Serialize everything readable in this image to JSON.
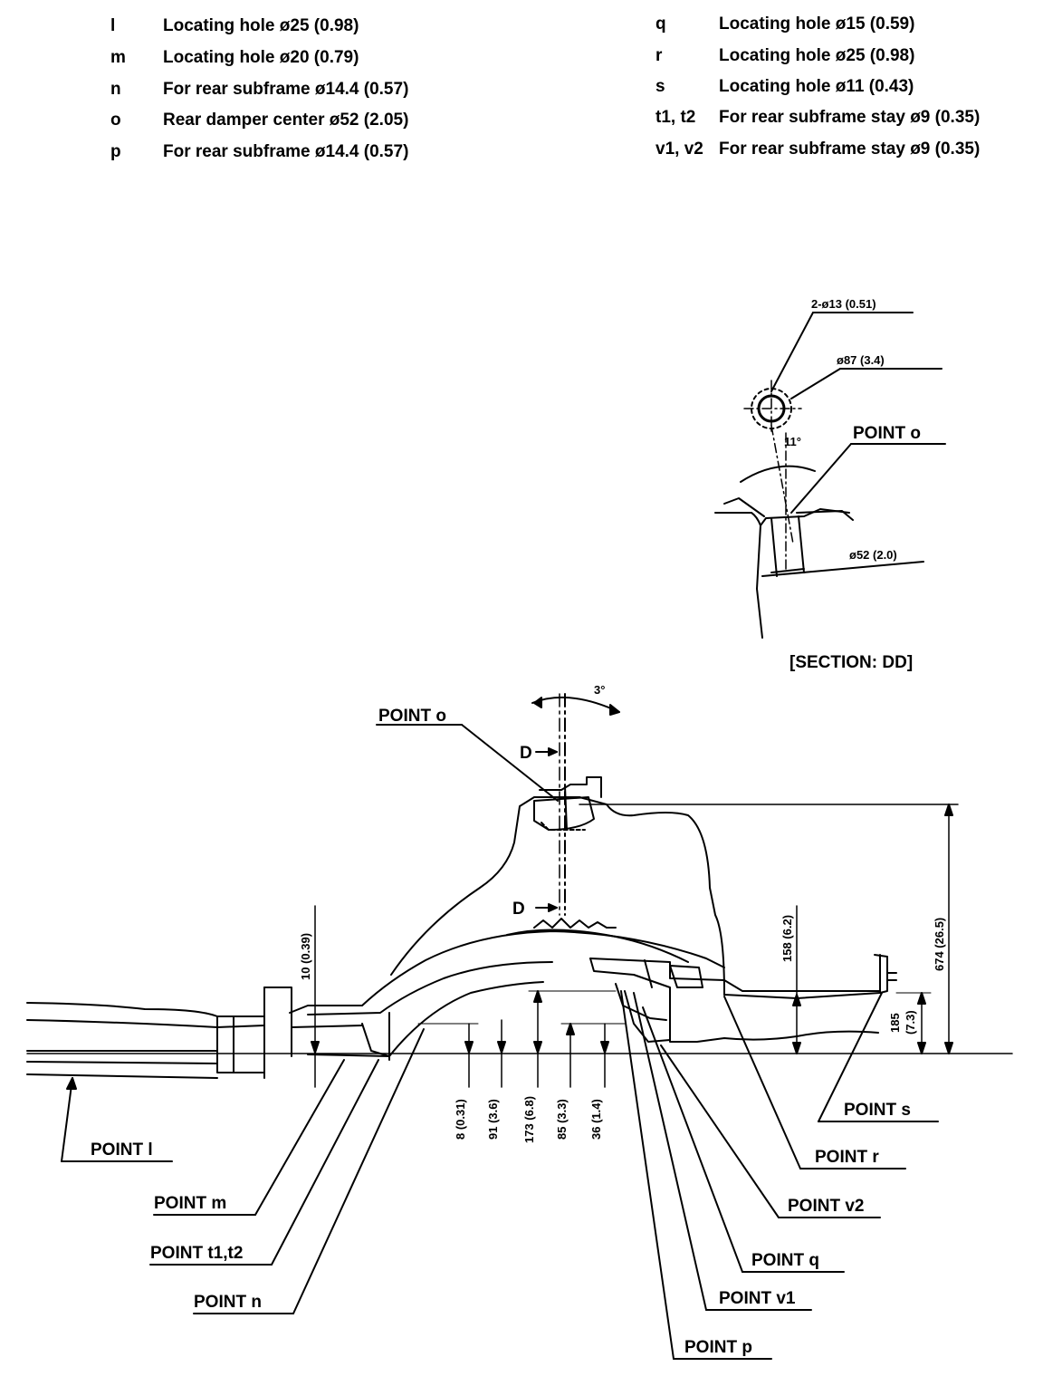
{
  "legend": {
    "left": [
      {
        "code": "l",
        "text": "Locating hole ø25 (0.98)"
      },
      {
        "code": "m",
        "text": "Locating hole ø20 (0.79)"
      },
      {
        "code": "n",
        "text": "For rear subframe ø14.4 (0.57)"
      },
      {
        "code": "o",
        "text": "Rear damper center ø52 (2.05)"
      },
      {
        "code": "p",
        "text": "For rear subframe ø14.4 (0.57)"
      }
    ],
    "right": [
      {
        "code": "q",
        "text": "Locating hole ø15 (0.59)"
      },
      {
        "code": "r",
        "text": "Locating hole ø25 (0.98)"
      },
      {
        "code": "s",
        "text": "Locating hole ø11 (0.43)"
      },
      {
        "code": "t1, t2",
        "text": "For rear subframe stay ø9 (0.35)"
      },
      {
        "code": "v1, v2",
        "text": "For rear subframe stay ø9 (0.35)"
      }
    ]
  },
  "section": {
    "title": "[SECTION: DD]",
    "holes": "2-ø13 (0.51)",
    "outer": "ø87 (3.4)",
    "angle": "11°",
    "point": "POINT o",
    "center": "ø52 (2.0)"
  },
  "main": {
    "angle": "3°",
    "section_mark": "D",
    "points": {
      "o": "POINT o",
      "l": "POINT l",
      "m": "POINT m",
      "t": "POINT t1,t2",
      "n": "POINT n",
      "p": "POINT p",
      "v1": "POINT v1",
      "q": "POINT q",
      "v2": "POINT v2",
      "r": "POINT r",
      "s": "POINT s"
    },
    "dims": {
      "d10": "10 (0.39)",
      "d8": "8 (0.31)",
      "d91": "91 (3.6)",
      "d173": "173 (6.8)",
      "d85": "85 (3.3)",
      "d36": "36 (1.4)",
      "d158": "158 (6.2)",
      "d674": "674 (26.5)",
      "d185": "185",
      "d185b": "(7.3)"
    }
  }
}
